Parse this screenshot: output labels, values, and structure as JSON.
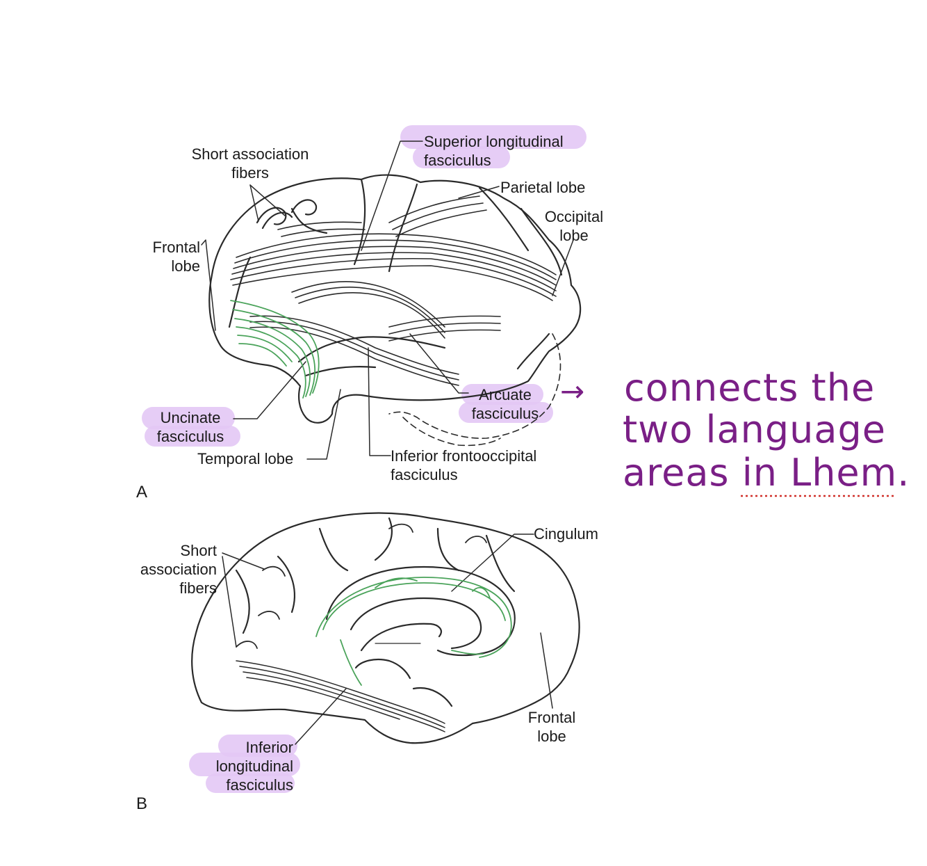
{
  "panel_a": {
    "label": "A",
    "labels": {
      "short_assoc": "Short association\nfibers",
      "superior_long": "Superior longitudinal\nfasciculus",
      "parietal": "Parietal lobe",
      "occipital": "Occipital\nlobe",
      "frontal": "Frontal\nlobe",
      "uncinate": "Uncinate\nfasciculus",
      "temporal": "Temporal lobe",
      "inferior_fronto": "Inferior frontooccipital\nfasciculus",
      "arcuate": "Arcuate\nfasciculus"
    }
  },
  "panel_b": {
    "label": "B",
    "labels": {
      "short_assoc": "Short\nassociation\nfibers",
      "cingulum": "Cingulum",
      "frontal": "Frontal\nlobe",
      "inferior_long": "Inferior\nlongitudinal\nfasciculus"
    }
  },
  "annotation": {
    "arrow": "→",
    "line1": "connects the",
    "line2": "two language",
    "line3": "areas in  Lhem."
  },
  "colors": {
    "highlight": "#e3c8f5",
    "ink": "#7a1f86",
    "tract_green": "#4aa35a",
    "line": "#2a2a2a"
  }
}
